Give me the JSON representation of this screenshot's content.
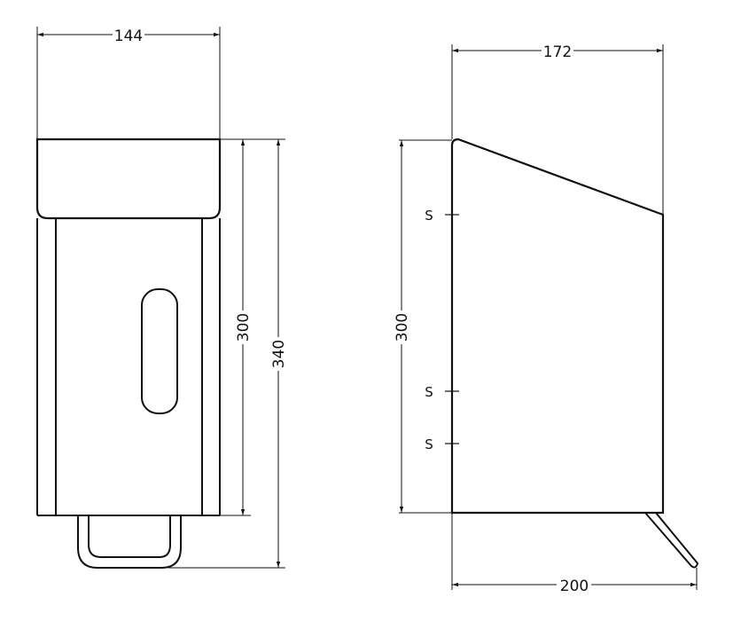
{
  "drawing": {
    "front_view": {
      "width_dim": "144",
      "height_body_dim": "300",
      "height_total_dim": "340"
    },
    "side_view": {
      "depth_top_dim": "172",
      "height_dim": "300",
      "depth_total_dim": "200",
      "screw_marks": [
        "S",
        "S",
        "S"
      ]
    }
  },
  "colors": {
    "line": "#111111",
    "background": "#ffffff"
  }
}
